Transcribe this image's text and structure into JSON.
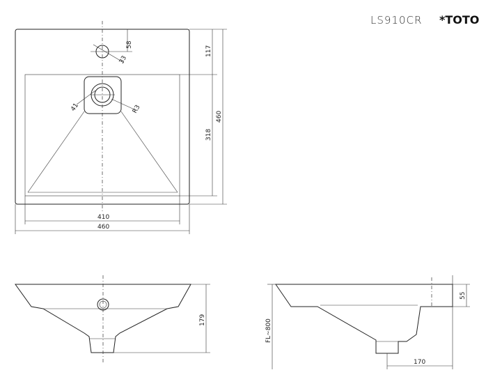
{
  "header": {
    "model_code": "LS910CR",
    "brand": "*TOTO"
  },
  "dimensions": {
    "top_width": "460",
    "inner_width": "410",
    "total_depth": "460",
    "bowl_depth": "318",
    "faucet_offset": "117",
    "faucet_hole_offset": "58",
    "faucet_hole_dia": "33",
    "drain_width": "41",
    "drain_dia": "R3",
    "bowl_height": "179",
    "rim_height": "55",
    "drain_offset": "170",
    "floor_level": "FL~800"
  }
}
